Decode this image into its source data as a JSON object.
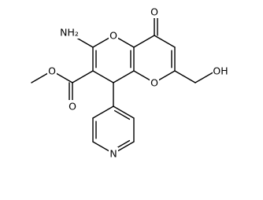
{
  "molecule": {
    "atoms": [
      {
        "key": "nh2",
        "text": "NH₂",
        "name": "amino-group-label"
      },
      {
        "key": "o_ring1",
        "text": "O",
        "name": "pyran-oxygen-top-label"
      },
      {
        "key": "o_ring2",
        "text": "O",
        "name": "pyran-oxygen-bottom-label"
      },
      {
        "key": "o_keto",
        "text": "O",
        "name": "ketone-oxygen-label"
      },
      {
        "key": "oh",
        "text": "OH",
        "name": "hydroxyl-group-label"
      },
      {
        "key": "o_ester_single",
        "text": "O",
        "name": "ester-oxygen-label"
      },
      {
        "key": "o_ester_double",
        "text": "O",
        "name": "carbonyl-oxygen-label"
      },
      {
        "key": "n_pyridine",
        "text": "N",
        "name": "pyridine-nitrogen-label"
      }
    ]
  }
}
